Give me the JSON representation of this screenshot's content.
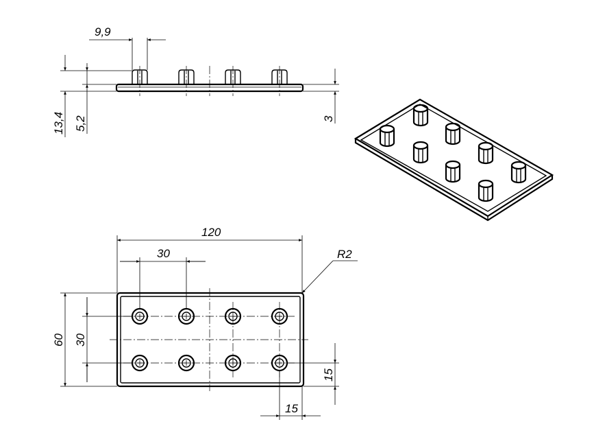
{
  "drawing": {
    "side_view": {
      "dim_pin_width": "9,9",
      "dim_total_height": "13,4",
      "dim_plate_to_pin": "5,2",
      "dim_thickness": "3"
    },
    "top_view": {
      "dim_length": "120",
      "dim_pitch_x": "30",
      "dim_radius": "R2",
      "dim_width": "60",
      "dim_pitch_y": "30",
      "dim_edge_y": "15",
      "dim_edge_x": "15"
    }
  }
}
